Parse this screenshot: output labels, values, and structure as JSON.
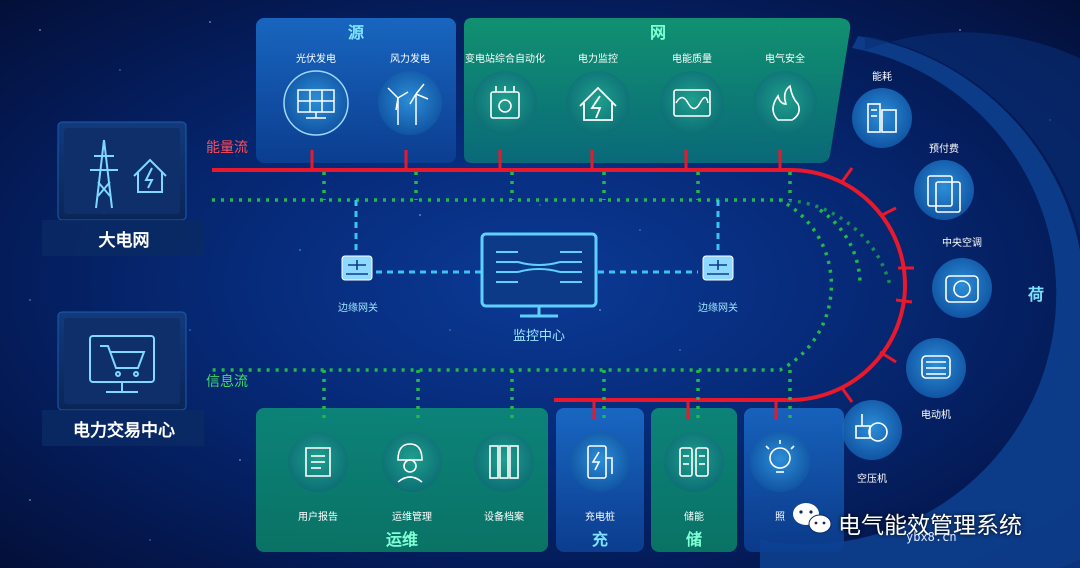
{
  "labels": {
    "source_header": "源",
    "grid_header": "网",
    "load_side": "荷",
    "energy_flow": "能量流",
    "info_flow": "信息流",
    "big_grid": "大电网",
    "trading_center": "电力交易中心",
    "monitor_center": "监控中心",
    "gateway_left": "边缘网关",
    "gateway_right": "边缘网关",
    "ops_header": "运维",
    "charge_header": "充",
    "storage_header": "储"
  },
  "source_items": [
    "光伏发电",
    "风力发电"
  ],
  "grid_items": [
    "变电站综合自动化",
    "电力监控",
    "电能质量",
    "电气安全"
  ],
  "load_items": [
    "能耗",
    "预付费",
    "中央空调",
    "电动机",
    "空压机",
    "照"
  ],
  "ops_items": [
    "用户报告",
    "运维管理",
    "设备档案"
  ],
  "charge_items": [
    "充电桩"
  ],
  "storage_items": [
    "储能"
  ],
  "watermark": {
    "text": "电气能效管理系统",
    "site": "ybx8.cn",
    "icon": "wechat-icon"
  },
  "colors": {
    "energy_line": "#e8192c",
    "info_line": "#22b84a",
    "data_link": "#39c5f0",
    "panel_blue": "#0f4fa8",
    "panel_green": "#0b8a6e"
  }
}
